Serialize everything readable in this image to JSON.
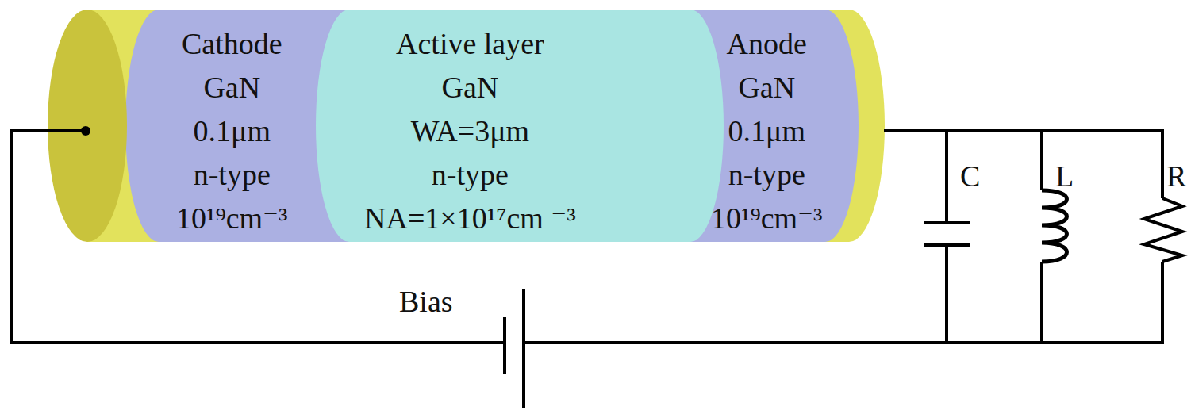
{
  "diagram": {
    "nodes": [
      {
        "text": [
          "Cathode",
          "GaN",
          "0.1μm",
          "n-type",
          "10¹⁹cm⁻³"
        ]
      },
      {
        "text": [
          "Active layer",
          "GaN",
          "WA=3μm",
          "n-type",
          "NA=1×10¹⁷cm ⁻³"
        ]
      },
      {
        "text": [
          "Anode",
          "GaN",
          "0.1μm",
          "n-type",
          "10¹⁹cm⁻³"
        ]
      }
    ],
    "labels": [
      "C",
      "L",
      "R",
      "Bias"
    ]
  }
}
